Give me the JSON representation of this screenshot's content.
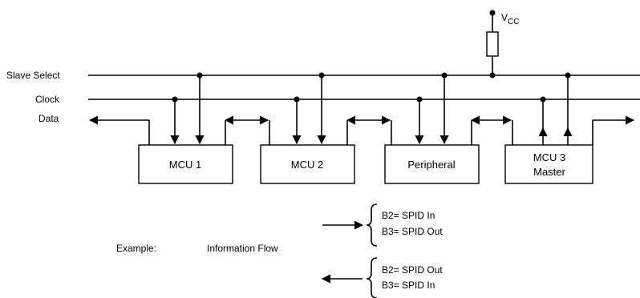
{
  "signals": {
    "slave_select": "Slave Select",
    "clock": "Clock",
    "data": "Data"
  },
  "supply": {
    "label_v": "V",
    "label_sub": "CC"
  },
  "blocks": [
    {
      "line1": "MCU 1",
      "line2": ""
    },
    {
      "line1": "MCU 2",
      "line2": ""
    },
    {
      "line1": "Peripheral",
      "line2": ""
    },
    {
      "line1": "MCU 3",
      "line2": "Master"
    }
  ],
  "example": {
    "label": "Example:",
    "flow_label": "Information Flow",
    "right_flow": {
      "b2": "B2= SPID In",
      "b3": "B3= SPID Out"
    },
    "left_flow": {
      "b2": "B2= SPID Out",
      "b3": "B3= SPID In"
    }
  }
}
